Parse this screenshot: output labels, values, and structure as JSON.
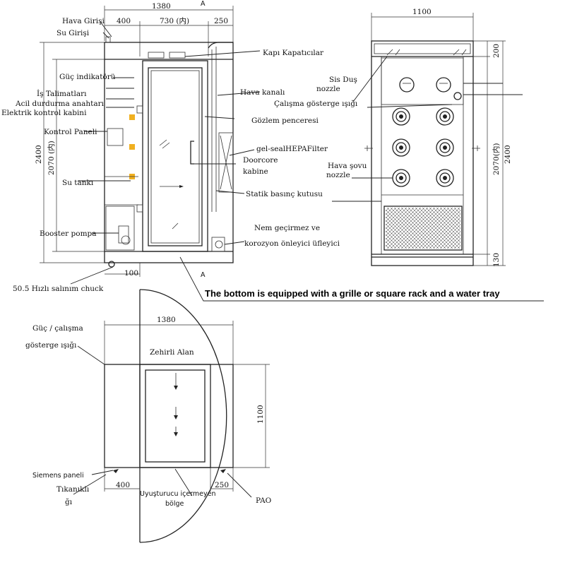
{
  "side_view": {
    "dims": {
      "total_width": "1380",
      "left": "400",
      "middle": "730 (内)",
      "right": "250",
      "height_total": "2400",
      "height_inner": "2070 (内)",
      "bottom_offset": "100",
      "section_marker": "A"
    },
    "labels": {
      "hava_girisi": "Hava Girişi",
      "su_girisi": "Su Girişi",
      "kapi_kapaticilar": "Kapı Kapatıcılar",
      "guc_indikatoru": "Güç indikatörü",
      "is_talimatlari": "İş Talimatları",
      "acil_durdurma": "Acil durdurma anahtarı",
      "elektrik_kabin": "Elektrik kontrol kabini",
      "hava_kanali": "Hava kanalı",
      "gozlem_penceresi": "Gözlem penceresi",
      "kontrol_paneli": "Kontrol Paneli",
      "gel_seal": "gel-sealHEPAFilter",
      "doorcore": "Doorcore",
      "kabine": "kabine",
      "su_tanki": "Su tankı",
      "statik_basinc": "Statik basınç kutusu",
      "booster_pompa": "Booster pompa",
      "nem_gecirmez": "Nem geçirmez ve",
      "korozyon": "korozyon önleyici üfleyici",
      "chuck": "50.5 Hızlı salınım chuck",
      "grille_note": "The bottom is equipped with a grille or square rack and a water tray"
    }
  },
  "front_view": {
    "dims": {
      "width": "1100",
      "top": "200",
      "height_inner": "2070(内)",
      "height_total": "2400",
      "bottom": "130"
    },
    "labels": {
      "sis_dus": "Sis Duş",
      "nozzle": "nozzle",
      "calisma_isigi": "Çalışma gösterge ışığı",
      "hava_sovu": "Hava şovu",
      "hava_sovu_nozzle": "nozzle"
    }
  },
  "plan_view": {
    "dims": {
      "width": "1380",
      "depth": "1100",
      "left": "400",
      "right": "250"
    },
    "labels": {
      "guc_calisma": "Güç / çalışma",
      "gosterge_isigi": "gösterge ışığı",
      "zehirli_alan": "Zehirli Alan",
      "siemens": "Siemens paneli",
      "tikanikli": "Tıkanıklı",
      "gi": "ğı",
      "uyusturucu": "Uyuşturucu içermeyen",
      "bolge": "bölge",
      "pao": "PAO"
    }
  }
}
